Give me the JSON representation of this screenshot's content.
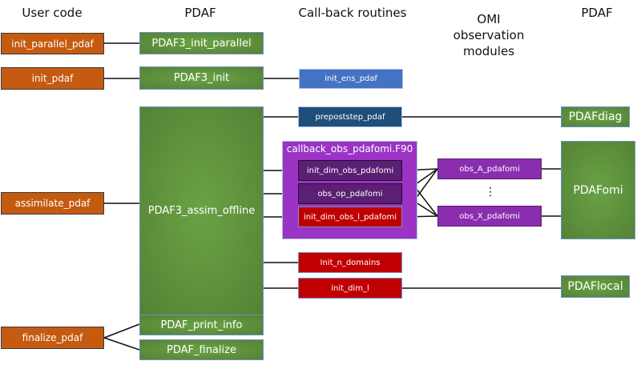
{
  "headers": {
    "user_code": "User code",
    "pdaf": "PDAF",
    "callback": "Call-back routines",
    "omi": "OMI observation modules",
    "pdaf_right": "PDAF"
  },
  "user_code": {
    "init_parallel": "init_parallel_pdaf",
    "init": "init_pdaf",
    "assimilate": "assimilate_pdaf",
    "finalize": "finalize_pdaf"
  },
  "pdaf": {
    "init_parallel": "PDAF3_init_parallel",
    "init": "PDAF3_init",
    "assim_offline": "PDAF3_assim_offline",
    "print_info": "PDAF_print_info",
    "finalize": "PDAF_finalize"
  },
  "callbacks": {
    "init_ens": "init_ens_pdaf",
    "prepoststep": "prepoststep_pdaf",
    "container_title": "callback_obs_pdafomi.F90",
    "init_dim_obs": "init_dim_obs_pdafomi",
    "obs_op": "obs_op_pdafomi",
    "init_dim_obs_l": "init_dim_obs_l_pdafomi",
    "init_n_domains": "Init_n_domains",
    "init_dim_l": "init_dim_l"
  },
  "omi": {
    "obs_a": "obs_A_pdafomi",
    "ellipsis": "⋮",
    "obs_x": "obs_X_pdafomi"
  },
  "pdaf_right": {
    "diag": "PDAFdiag",
    "omi": "PDAFomi",
    "local": "PDAFlocal"
  },
  "colors": {
    "user_code": "#c55a11",
    "pdaf": "#548235",
    "init_ens": "#4472c4",
    "prepoststep": "#1f4e79",
    "callback_container": "#9b34c4",
    "omi_callbacks": "#5b1f73",
    "local_callbacks": "#c00000",
    "omi_modules": "#8a2dae"
  }
}
